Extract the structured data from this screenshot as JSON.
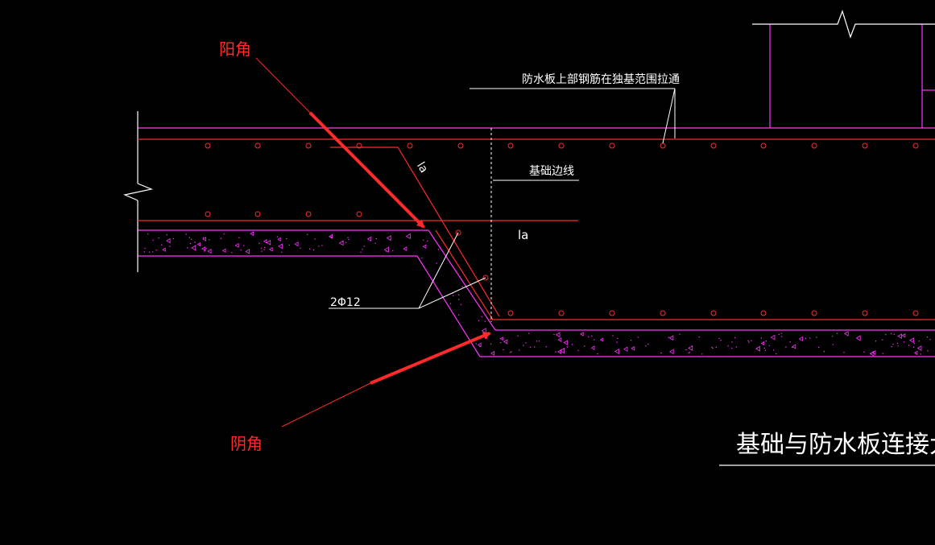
{
  "title": "基础与防水板连接大样",
  "annotations": {
    "top_rebar_note": "防水板上部钢筋在独基范围拉通",
    "foundation_edge": "基础边线",
    "anchor_diagonal": "la",
    "anchor_horizontal": "la",
    "rebar_spec": "2Φ12"
  },
  "callouts": {
    "external_corner": "阳角",
    "internal_corner": "阴角"
  },
  "colors": {
    "background": "#000000",
    "concrete_outline": "#ff33ff",
    "rebar": "#ff2a2a",
    "callout": "#ff2a2a",
    "leader": "#ffffff"
  }
}
